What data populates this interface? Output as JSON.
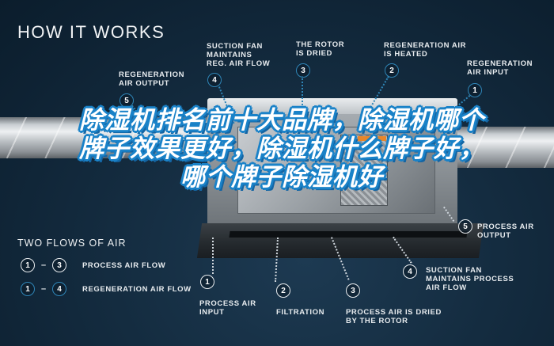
{
  "title": "HOW IT WORKS",
  "headline": "除湿机排名前十大品牌，除湿机哪个牌子效果更好，除湿机什么牌子好，哪个牌子除湿机好",
  "colors": {
    "background": "#0e2233",
    "regeneration_marker": "#2f86b8",
    "process_marker": "#e9edf0",
    "headline_outline": "#1a82c8",
    "heater": "#e8862a"
  },
  "top_callouts": [
    {
      "number": "5",
      "label": "REGENERATION\nAIR OUTPUT"
    },
    {
      "number": "4",
      "label": "SUCTION FAN\nMAINTAINS\nREG. AIR FLOW"
    },
    {
      "number": "3",
      "label": "THE ROTOR\nIS DRIED"
    },
    {
      "number": "2",
      "label": "REGENERATION AIR\nIS HEATED"
    },
    {
      "number": "1",
      "label": "REGENERATION\nAIR INPUT"
    }
  ],
  "bottom_callouts": [
    {
      "number": "1",
      "label": "PROCESS AIR\nINPUT"
    },
    {
      "number": "2",
      "label": "FILTRATION"
    },
    {
      "number": "3",
      "label": "PROCESS AIR IS DRIED\nBY THE ROTOR"
    },
    {
      "number": "4",
      "label": "SUCTION FAN\nMAINTAINS PROCESS\nAIR FLOW"
    },
    {
      "number": "5",
      "label": "PROCESS AIR\nOUTPUT"
    }
  ],
  "legend": {
    "title": "TWO FLOWS OF AIR",
    "rows": [
      {
        "from": "1",
        "to": "3",
        "dash": "–",
        "label": "PROCESS AIR FLOW",
        "style": "process"
      },
      {
        "from": "1",
        "to": "4",
        "dash": "–",
        "label": "REGENERATION AIR FLOW",
        "style": "regeneration"
      }
    ]
  }
}
